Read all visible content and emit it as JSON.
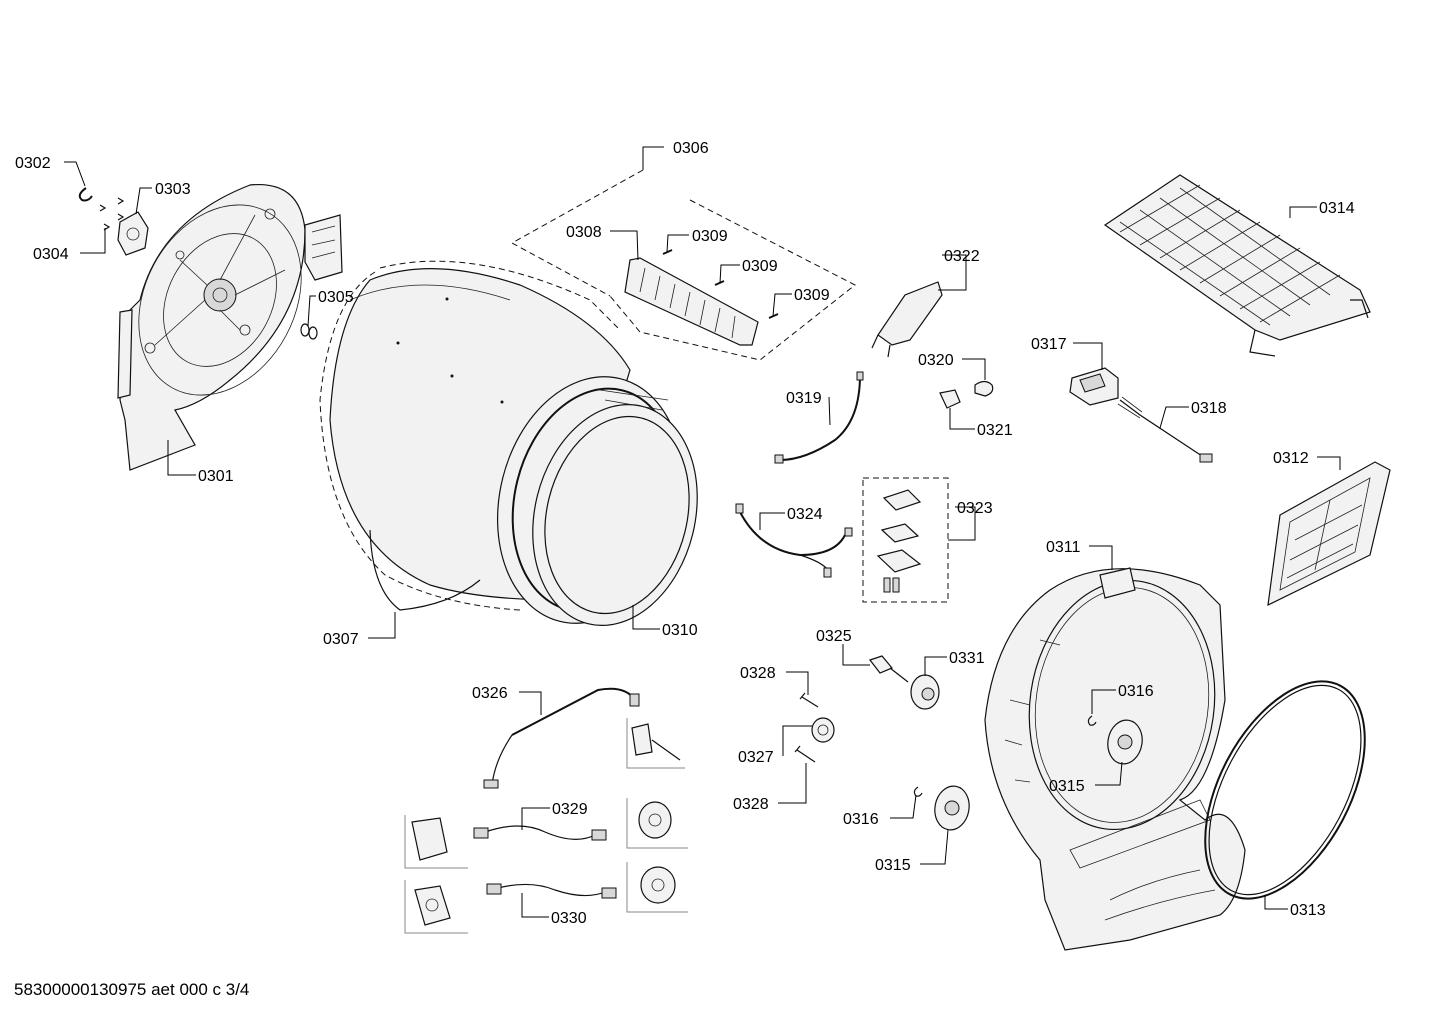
{
  "footer_code": "58300000130975 aet 000 c 3/4",
  "labels": {
    "p0301": "0301",
    "p0302": "0302",
    "p0303": "0303",
    "p0304": "0304",
    "p0305": "0305",
    "p0306": "0306",
    "p0307": "0307",
    "p0308": "0308",
    "p0309a": "0309",
    "p0309b": "0309",
    "p0309c": "0309",
    "p0310": "0310",
    "p0311": "0311",
    "p0312": "0312",
    "p0313": "0313",
    "p0314": "0314",
    "p0315a": "0315",
    "p0315b": "0315",
    "p0316a": "0316",
    "p0316b": "0316",
    "p0317": "0317",
    "p0318": "0318",
    "p0319": "0319",
    "p0320": "0320",
    "p0321": "0321",
    "p0322": "0322",
    "p0323": "0323",
    "p0324": "0324",
    "p0325": "0325",
    "p0326": "0326",
    "p0327": "0327",
    "p0328a": "0328",
    "p0328b": "0328",
    "p0329": "0329",
    "p0330": "0330",
    "p0331": "0331"
  }
}
